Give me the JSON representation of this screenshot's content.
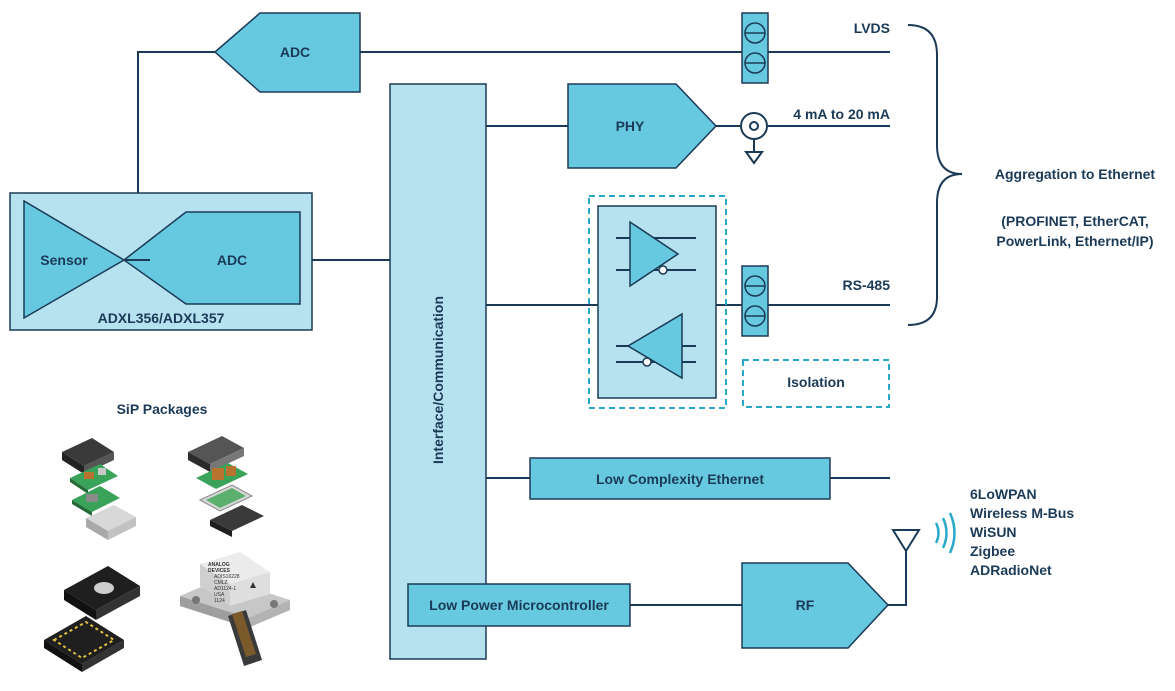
{
  "blocks": {
    "adc_top": "ADC",
    "sensor": "Sensor",
    "adc_inner": "ADC",
    "sensor_module": "ADXL356/ADXL357",
    "interface": "Interface/Communication",
    "phy": "PHY",
    "isolation": "Isolation",
    "low_complexity_ethernet": "Low Complexity Ethernet",
    "microcontroller": "Low Power Microcontroller",
    "rf": "RF"
  },
  "outputs": {
    "lvds": "LVDS",
    "current_loop": "4 mA to 20 mA",
    "rs485": "RS-485"
  },
  "aggregation": {
    "title": "Aggregation to Ethernet",
    "protocols_line1": "(PROFINET, EtherCAT,",
    "protocols_line2": "PowerLink, Ethernet/IP)"
  },
  "wireless": [
    "6LoWPAN",
    "Wireless M-Bus",
    "WiSUN",
    "Zigbee",
    "ADRadioNet"
  ],
  "sip": {
    "title": "SiP Packages",
    "chip_text": [
      "ANALOG",
      "DEVICES",
      "ADIS16228",
      "CMLZ",
      "AD1124-1",
      "USA",
      "1124"
    ]
  },
  "colors": {
    "block_fill": "#66c9df",
    "pale_fill": "#b6e1ee",
    "line": "#1b3a57",
    "dashed": "#29a9c8"
  }
}
